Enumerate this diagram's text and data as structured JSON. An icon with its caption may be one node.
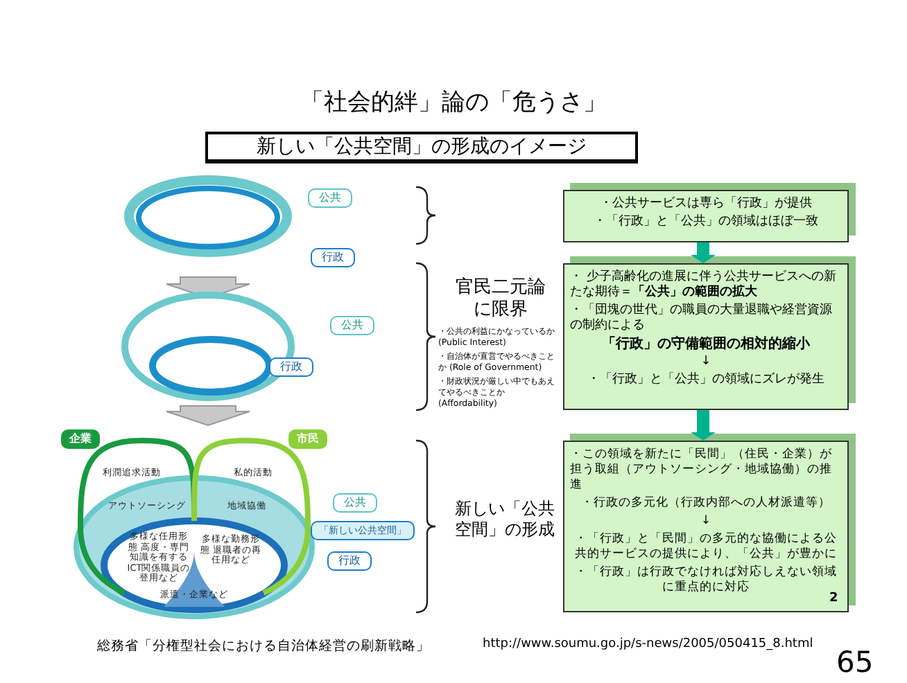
{
  "diagram": {
    "title": "「社会的絆」論の「危うさ」",
    "nodes": [
      {
        "text": [
          "新しい「公共空間」の形成のイメージ"
        ]
      },
      {
        "text": [
          "公共"
        ]
      },
      {
        "text": [
          "行政"
        ]
      },
      {
        "text": [
          "公共"
        ]
      },
      {
        "text": [
          "行政"
        ]
      },
      {
        "text": [
          "企業"
        ]
      },
      {
        "text": [
          "市民"
        ]
      },
      {
        "text": [
          "公共"
        ]
      },
      {
        "text": [
          "「新しい公共空間」"
        ]
      },
      {
        "text": [
          "行政"
        ]
      },
      {
        "text": [
          "・公共サービスは専ら「行政」が提供",
          "・「行政」と「公共」の領域はほぼ一致"
        ]
      },
      {
        "text": [
          "・ 少子高齢化の進展に伴う公共サービスへの新たな期待＝**「公共」の範囲の拡大**",
          "・「団塊の世代」の職員の大量退職や経営資源の制約による",
          "「行政」の守備範囲の相対的縮小",
          "↓",
          "・「行政」と「公共」の領域にズレが発生"
        ]
      },
      {
        "text": [
          "・この領域を新たに「民間」（住民・企業）が担う取組（アウトソーシング・地域協働）の推進",
          "・行政の多元化（行政内部への人材派遣等）",
          "↓",
          "・「行政」と「民間」の多元的な協働による公共的サービスの提供により、「公共」が豊かに",
          "・「行政」は行政でなければ対応しえない領域に重点的に対応"
        ]
      }
    ],
    "edges": [
      {
        "from": 10,
        "to": 11,
        "arrow": "to"
      },
      {
        "from": 11,
        "to": 12,
        "arrow": "to"
      }
    ],
    "labels": [
      "官民二元論に限界",
      "・公共の利益にかなっているか (Public Interest)",
      "・自治体が直営でやるべきことか (Role of Government)",
      "・財政状況が厳しい中でもあえてやるべきことか (Affordability)",
      "新しい「公共空間」の形成",
      "利潤追求活動",
      "私的活動",
      "アウトソーシング",
      "地域協働",
      "多様な任用形態 高度・専門知識を有するICT関係職員の登用など",
      "多様な勤務形態 退職者の再任用など",
      "派遣・企業など",
      "2",
      "総務省「分権型社会における自治体経営の刷新戦略」",
      "http://www.soumu.go.jp/s-news/2005/050415_8.html",
      "65"
    ]
  }
}
